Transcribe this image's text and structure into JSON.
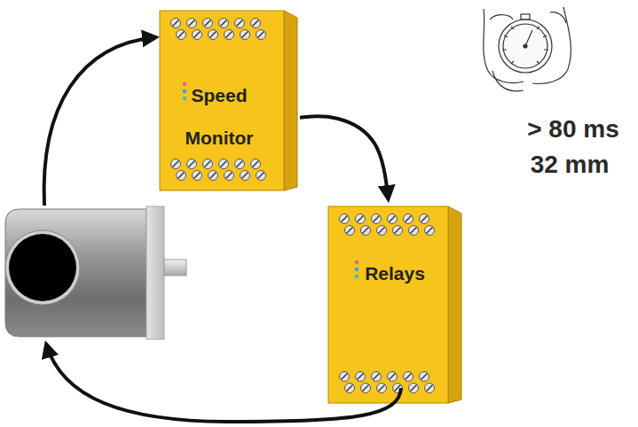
{
  "diagram": {
    "nodes": [
      {
        "text": [
          "Speed Monitor"
        ]
      },
      {
        "text": [
          "Relays"
        ]
      }
    ],
    "edges": [
      {
        "from": 0,
        "to": 1,
        "arrow": "to"
      }
    ],
    "labels": [
      "> 80 ms",
      "32 mm"
    ]
  }
}
